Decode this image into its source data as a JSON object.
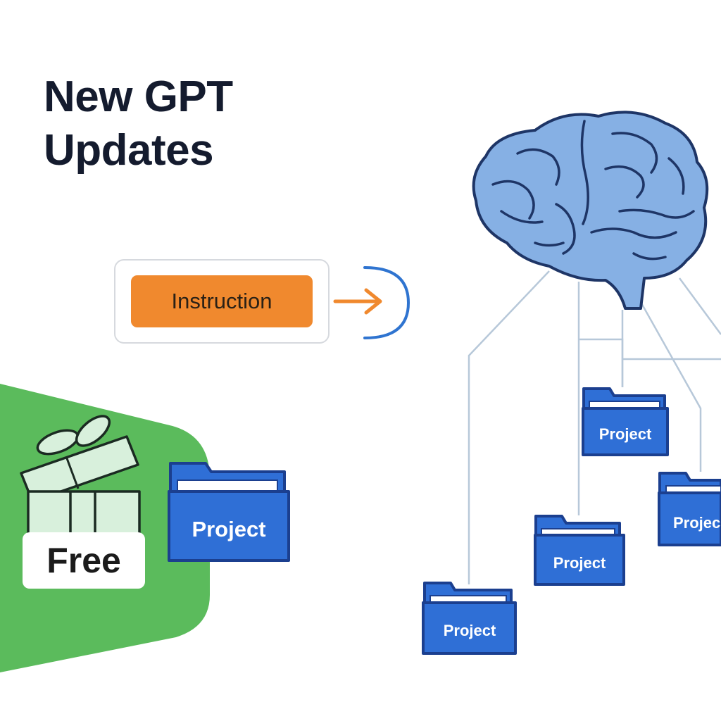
{
  "title_lines": [
    "New GPT",
    "Updates"
  ],
  "instruction_label": "Instruction",
  "free_label": "Free",
  "folder_label": "Project",
  "folder_label_clipped": "Projec",
  "colors": {
    "title": "#141b2e",
    "instruction": "#f0892e",
    "free_panel": "#5bbb5c",
    "folder": "#2f6fd6",
    "folder_outline": "#1b3f8f",
    "brain": "#86b0e4",
    "connector": "#b7c8d9",
    "arc": "#2f74d0"
  },
  "icons": [
    "brain-icon",
    "gift-box-icon",
    "folder-icon",
    "arrow-right-icon"
  ]
}
